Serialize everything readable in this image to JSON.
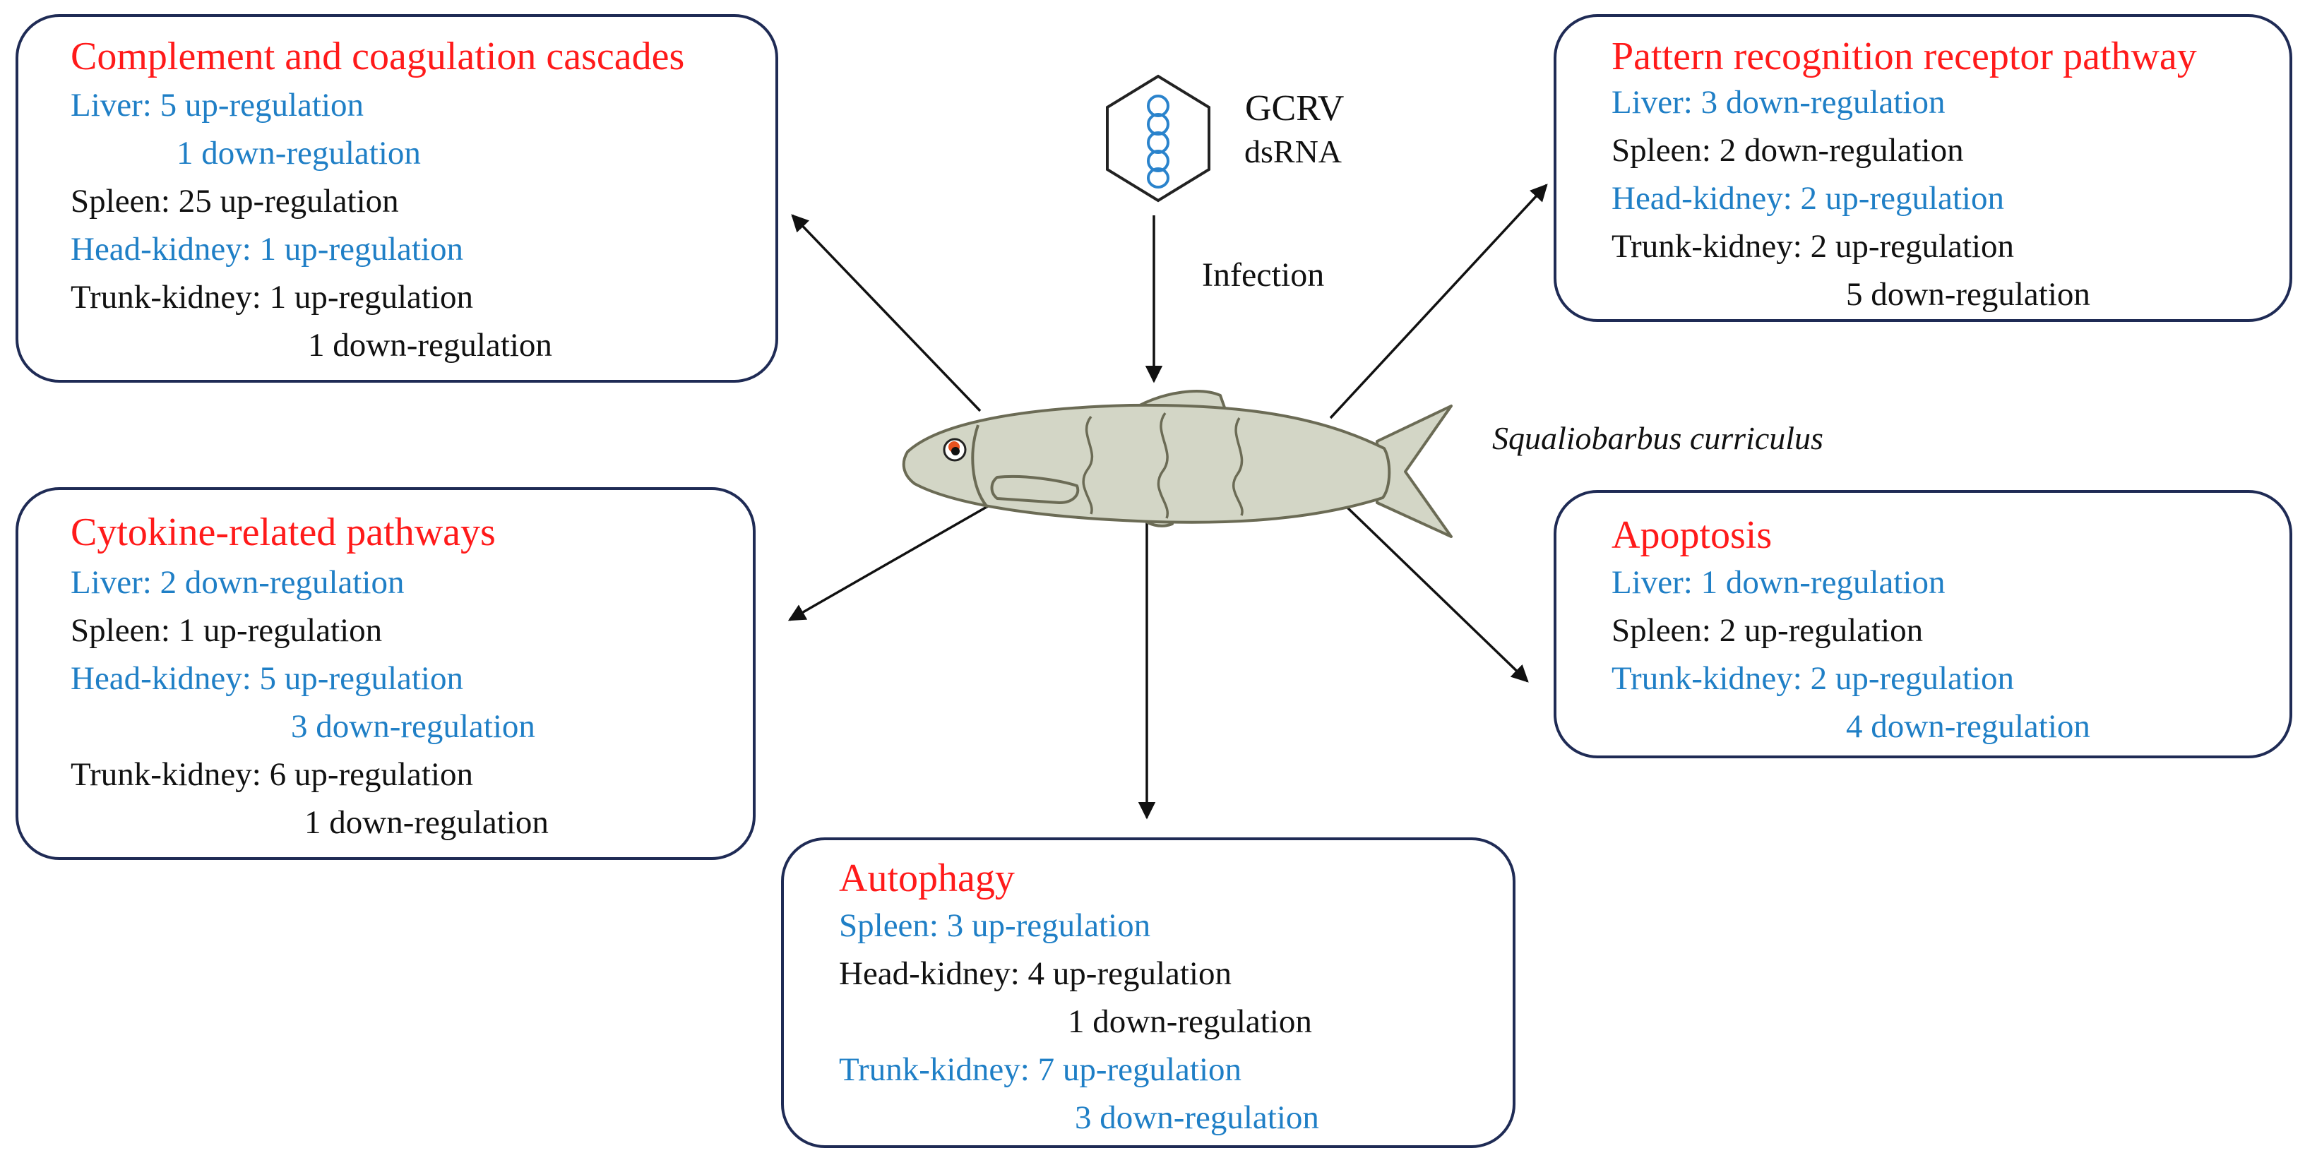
{
  "colors": {
    "title": "#ff1a1a",
    "blue": "#1f7fc6",
    "black": "#111111",
    "border": "#1f2b55",
    "fish_body": "#d3d6c6",
    "fish_outline": "#6b6b55",
    "dna": "#2a83cc"
  },
  "virus": {
    "name": "GCRV",
    "type": "dsRNA"
  },
  "infection_label": "Infection",
  "species": "Squaliobarbus curriculus",
  "icons": {
    "virus": "hexagon-dna-icon",
    "fish": "fish-illustration"
  },
  "boxes": {
    "complement": {
      "title": "Complement and coagulation cascades",
      "lines": [
        {
          "text": "Liver: 5 up-regulation",
          "color": "blue"
        },
        {
          "text": "1 down-regulation",
          "color": "blue"
        },
        {
          "text": "Spleen: 25 up-regulation",
          "color": "black"
        },
        {
          "text": "Head-kidney: 1 up-regulation",
          "color": "blue"
        },
        {
          "text": "Trunk-kidney: 1 up-regulation",
          "color": "black"
        },
        {
          "text": "1 down-regulation",
          "color": "black"
        }
      ]
    },
    "prr": {
      "title": "Pattern recognition receptor pathway",
      "lines": [
        {
          "text": "Liver: 3 down-regulation",
          "color": "blue"
        },
        {
          "text": "Spleen: 2 down-regulation",
          "color": "black"
        },
        {
          "text": "Head-kidney: 2 up-regulation",
          "color": "blue"
        },
        {
          "text": "Trunk-kidney: 2 up-regulation",
          "color": "black"
        },
        {
          "text": "5 down-regulation",
          "color": "black"
        }
      ]
    },
    "cytokine": {
      "title": "Cytokine-related pathways",
      "lines": [
        {
          "text": "Liver: 2 down-regulation",
          "color": "blue"
        },
        {
          "text": "Spleen: 1 up-regulation",
          "color": "black"
        },
        {
          "text": "Head-kidney: 5 up-regulation",
          "color": "blue"
        },
        {
          "text": "3 down-regulation",
          "color": "blue"
        },
        {
          "text": "Trunk-kidney: 6 up-regulation",
          "color": "black"
        },
        {
          "text": "1 down-regulation",
          "color": "black"
        }
      ]
    },
    "apoptosis": {
      "title": "Apoptosis",
      "lines": [
        {
          "text": "Liver: 1 down-regulation",
          "color": "blue"
        },
        {
          "text": "Spleen: 2 up-regulation",
          "color": "black"
        },
        {
          "text": "Trunk-kidney: 2 up-regulation",
          "color": "blue"
        },
        {
          "text": "4 down-regulation",
          "color": "blue"
        }
      ]
    },
    "autophagy": {
      "title": "Autophagy",
      "lines": [
        {
          "text": "Spleen: 3 up-regulation",
          "color": "blue"
        },
        {
          "text": "Head-kidney: 4 up-regulation",
          "color": "black"
        },
        {
          "text": "1 down-regulation",
          "color": "black"
        },
        {
          "text": "Trunk-kidney: 7 up-regulation",
          "color": "blue"
        },
        {
          "text": "3 down-regulation",
          "color": "blue"
        }
      ]
    }
  }
}
